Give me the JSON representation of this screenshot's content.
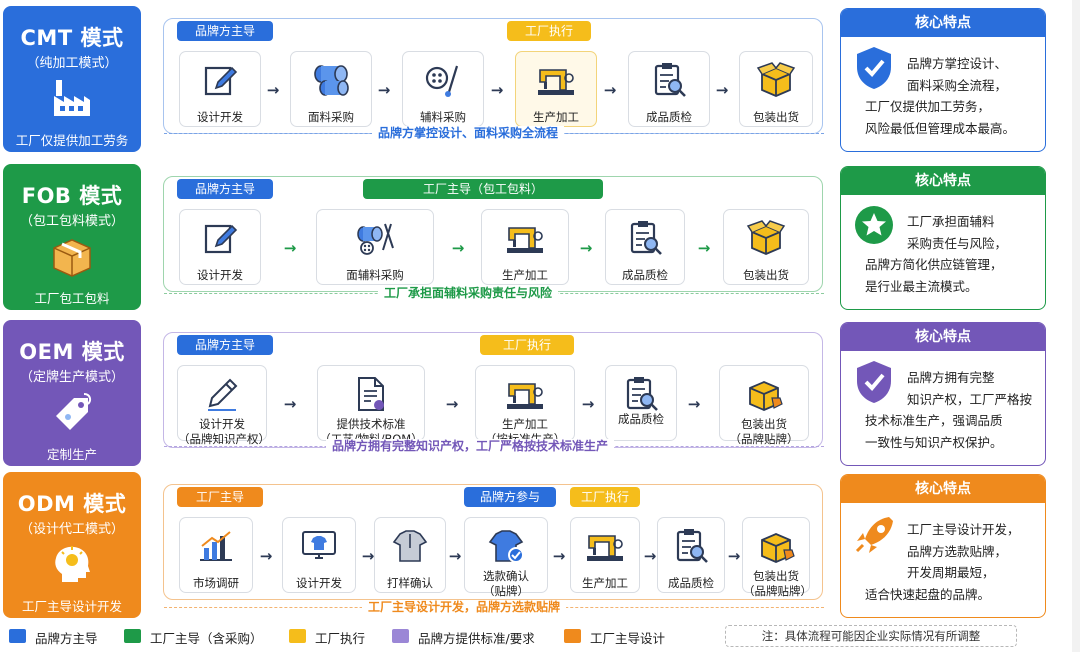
{
  "colors": {
    "blue": "#2a6edb",
    "green": "#1e9a48",
    "yellow": "#f5bd1b",
    "purple": "#7357b8",
    "orange": "#ef8a1d"
  },
  "rows": [
    {
      "id": "cmt",
      "title": "CMT 模式",
      "subtitle": "（纯加工模式）",
      "bottom": "工厂仅提供加工劳务",
      "icon": "factory-icon",
      "tags": [
        "品牌方主导",
        "工厂执行"
      ],
      "steps": [
        {
          "label": "设计开发",
          "icon": "design-pencil-icon"
        },
        {
          "label": "面料采购",
          "icon": "fabric-rolls-icon"
        },
        {
          "label": "辅料采购",
          "icon": "button-needle-icon"
        },
        {
          "label": "生产加工",
          "icon": "sewing-machine-icon"
        },
        {
          "label": "成品质检",
          "icon": "clipboard-check-icon"
        },
        {
          "label": "包装出货",
          "icon": "package-box-icon"
        }
      ],
      "flow_caption": "品牌方掌控设计、面料采购全流程",
      "feature_title": "核心特点",
      "feature_icon": "shield-check-icon",
      "feature_lines": [
        "品牌方掌控设计、",
        "面料采购全流程，",
        "工厂仅提供加工劳务，",
        "风险最低但管理成本最高。"
      ]
    },
    {
      "id": "fob",
      "title": "FOB 模式",
      "subtitle": "（包工包料模式）",
      "bottom": "工厂包工包料",
      "icon": "box-icon",
      "tags": [
        "品牌方主导",
        "工厂主导（包工包料）"
      ],
      "steps": [
        {
          "label": "设计开发",
          "icon": "design-pencil-icon"
        },
        {
          "label": "面辅料采购",
          "icon": "fabric-button-needle-icon"
        },
        {
          "label": "生产加工",
          "icon": "sewing-machine-icon"
        },
        {
          "label": "成品质检",
          "icon": "clipboard-check-icon"
        },
        {
          "label": "包装出货",
          "icon": "package-box-icon"
        }
      ],
      "flow_caption": "工厂承担面辅料采购责任与风险",
      "feature_title": "核心特点",
      "feature_icon": "star-badge-icon",
      "feature_lines": [
        "工厂承担面辅料",
        "采购责任与风险，",
        "品牌方简化供应链管理，",
        "是行业最主流模式。"
      ]
    },
    {
      "id": "oem",
      "title": "OEM 模式",
      "subtitle": "（定牌生产模式）",
      "bottom": "定制生产",
      "icon": "tag-icon",
      "tags": [
        "品牌方主导",
        "工厂执行"
      ],
      "steps": [
        {
          "label": "设计开发",
          "sub": "（品牌知识产权）",
          "icon": "design-pencil-icon"
        },
        {
          "label": "提供技术标准",
          "sub": "（工艺/物料/BOM）",
          "icon": "document-icon"
        },
        {
          "label": "生产加工",
          "sub": "（按标准生产）",
          "icon": "sewing-machine-icon"
        },
        {
          "label": "成品质检",
          "icon": "clipboard-check-icon"
        },
        {
          "label": "包装出货",
          "sub": "（品牌贴牌）",
          "icon": "package-tag-icon"
        }
      ],
      "flow_caption": "品牌方拥有完整知识产权，工厂严格按技术标准生产",
      "feature_title": "核心特点",
      "feature_icon": "shield-check-icon",
      "feature_lines": [
        "品牌方拥有完整",
        "知识产权，工厂严格按",
        "技术标准生产，强调品质",
        "一致性与知识产权保护。"
      ]
    },
    {
      "id": "odm",
      "title": "ODM 模式",
      "subtitle": "（设计代工模式）",
      "bottom": "工厂主导设计开发",
      "icon": "idea-head-icon",
      "tags": [
        "工厂主导",
        "品牌方参与",
        "工厂执行"
      ],
      "steps": [
        {
          "label": "市场调研",
          "icon": "bar-chart-icon"
        },
        {
          "label": "设计开发",
          "icon": "monitor-shirt-icon"
        },
        {
          "label": "打样确认",
          "icon": "shirt-sample-icon"
        },
        {
          "label": "选款确认",
          "sub": "（贴牌）",
          "icon": "shirt-check-icon"
        },
        {
          "label": "生产加工",
          "icon": "sewing-machine-icon"
        },
        {
          "label": "成品质检",
          "icon": "clipboard-check-icon"
        },
        {
          "label": "包装出货",
          "sub": "（品牌贴牌）",
          "icon": "package-tag-icon"
        }
      ],
      "flow_caption": "工厂主导设计开发，品牌方选款贴牌",
      "feature_title": "核心特点",
      "feature_icon": "rocket-icon",
      "feature_lines": [
        "工厂主导设计开发，",
        "品牌方选款贴牌，",
        "开发周期最短，",
        "适合快速起盘的品牌。"
      ]
    }
  ],
  "legend": [
    {
      "label": "品牌方主导",
      "color": "#2a6edb"
    },
    {
      "label": "工厂主导（含采购）",
      "color": "#1e9a48"
    },
    {
      "label": "工厂执行",
      "color": "#f5bd1b"
    },
    {
      "label": "品牌方提供标准/要求",
      "color": "#9b87d6"
    },
    {
      "label": "工厂主导设计",
      "color": "#ef8a1d"
    }
  ],
  "note": "注：具体流程可能因企业实际情况有所调整"
}
